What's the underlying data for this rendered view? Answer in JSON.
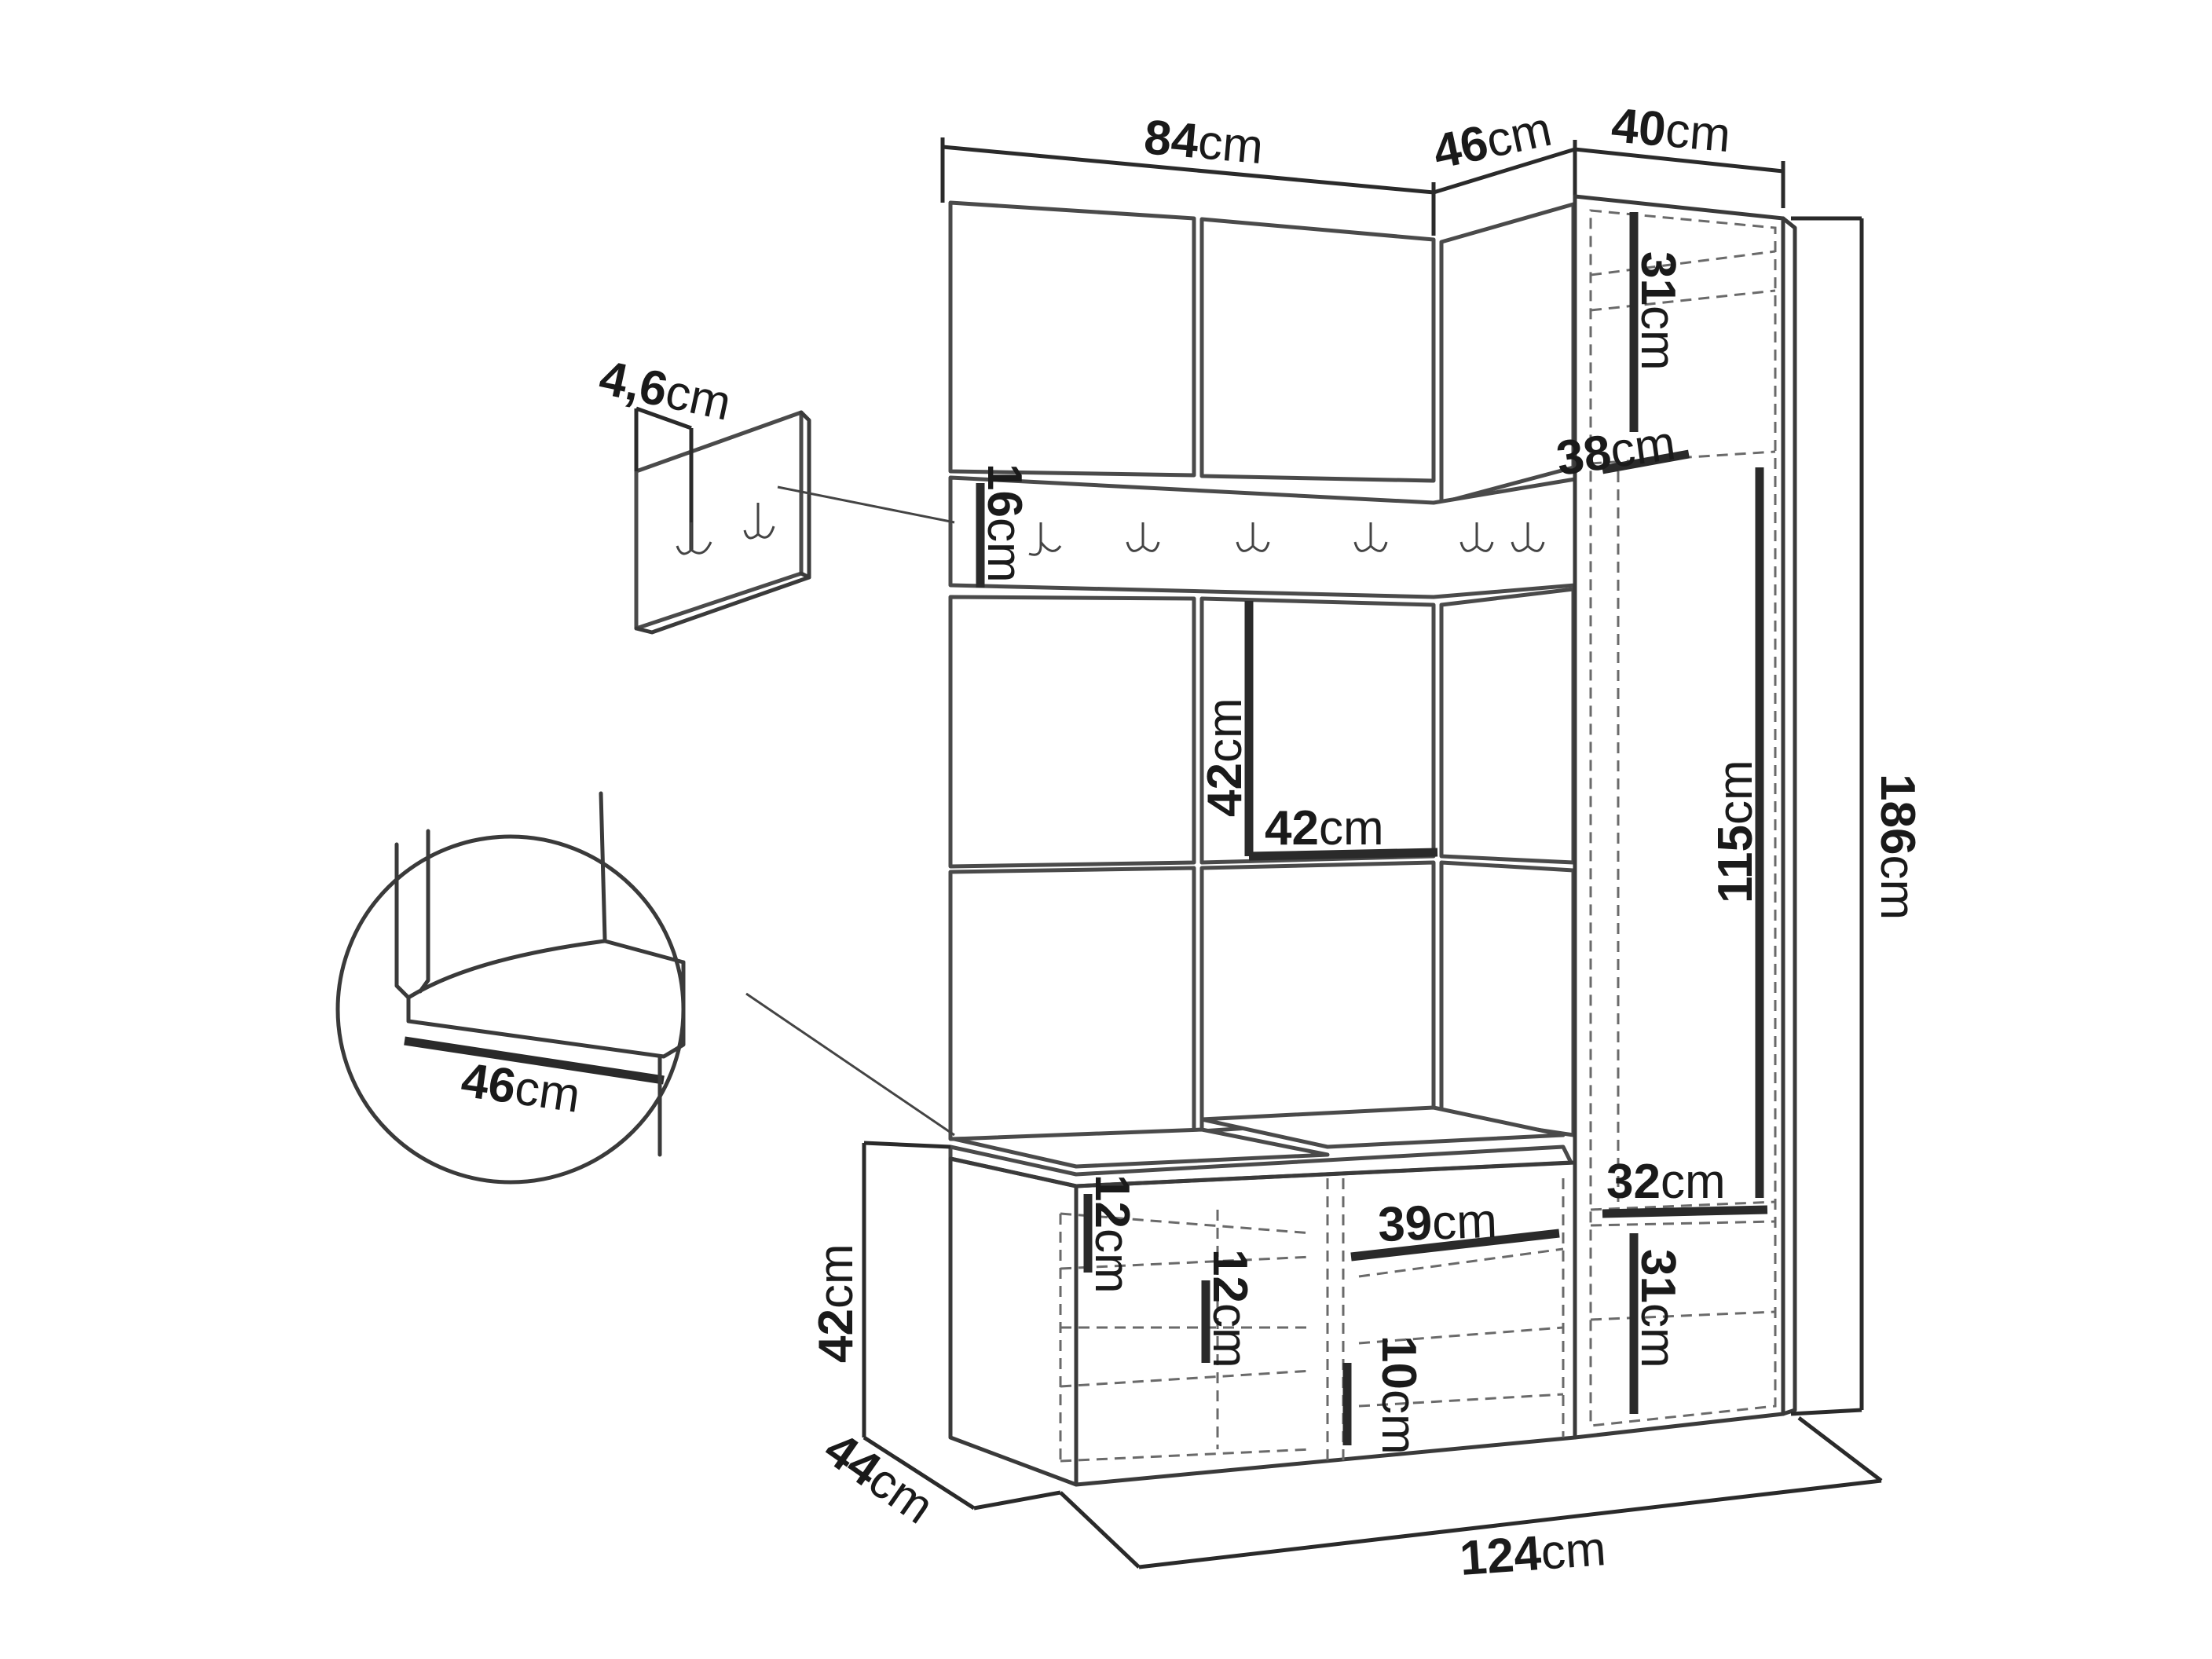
{
  "dimensions": {
    "width_84": {
      "num": "84",
      "unit": "cm"
    },
    "width_46": {
      "num": "46",
      "unit": "cm"
    },
    "width_40": {
      "num": "40",
      "unit": "cm"
    },
    "hook_depth": {
      "num": "4,6",
      "unit": "cm"
    },
    "shelf_31_top": {
      "num": "31",
      "unit": "cm"
    },
    "shelf_38": {
      "num": "38",
      "unit": "cm"
    },
    "hook_rail_16": {
      "num": "16",
      "unit": "cm"
    },
    "panel_height_42": {
      "num": "42",
      "unit": "cm"
    },
    "panel_width_42": {
      "num": "42",
      "unit": "cm"
    },
    "wardrobe_115": {
      "num": "115",
      "unit": "cm"
    },
    "total_height_186": {
      "num": "186",
      "unit": "cm"
    },
    "cushion_46": {
      "num": "46",
      "unit": "cm"
    },
    "rod_32": {
      "num": "32",
      "unit": "cm"
    },
    "shelf_39": {
      "num": "39",
      "unit": "cm"
    },
    "shelf_12_a": {
      "num": "12",
      "unit": "cm"
    },
    "shelf_12_b": {
      "num": "12",
      "unit": "cm"
    },
    "shelf_10": {
      "num": "10",
      "unit": "cm"
    },
    "shelf_31_bottom": {
      "num": "31",
      "unit": "cm"
    },
    "bench_height_42": {
      "num": "42",
      "unit": "cm"
    },
    "bench_depth_44": {
      "num": "44",
      "unit": "cm"
    },
    "total_width_124": {
      "num": "124",
      "unit": "cm"
    }
  }
}
